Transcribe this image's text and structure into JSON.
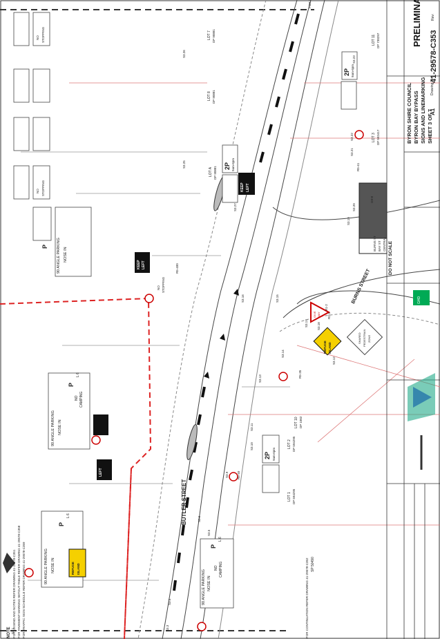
{
  "title_block": {
    "status": "PRELIMINARY",
    "client": "BYRON SHIRE COUNCIL",
    "project": "BYRON BAY BYPASS",
    "drawing_title": "SIGNS AND LINEMARKING",
    "sheet": "SHEET 3 OF 7",
    "drawing_no_label": "Drawing No:",
    "drawing_no": "41-29578-C353",
    "size": "A1",
    "company": "GHD",
    "do_not_scale": "DO NOT SCALE",
    "rev_label": "Rev:"
  },
  "streets": {
    "butler": "BUTLER STREET",
    "burns": "BURNS STREET"
  },
  "continuation": "FOR CONTINUATION REFER DRAWING 41-29578-C352",
  "notes": {
    "heading": "NOTE",
    "lines": [
      "FOR LEGEND AND NOTES REFER DRAWING 41-29578-C351",
      "FOR PAVEMENT MARKING SETOUT TABLE REFER DRAWING 41-29578-C358",
      "FOR TRAFFIC SIGN SCHEDULE REFER DRAWING 41-29578-C359"
    ]
  },
  "signs": {
    "angle_parking": "90 ANGLE PARKING",
    "nose_in": "NOSE IN",
    "no_camping_1": "NO",
    "no_camping_2": "CAMPING",
    "no_stopping_1": "NO",
    "no_stopping_2": "STOPPING",
    "p_letter": "P",
    "p_hours": "L 6",
    "two_p": "2P",
    "two_p_times": "9am-6pm",
    "keep_1": "KEEP",
    "keep_2": "LEFT",
    "refuge_1": "REFUGE",
    "refuge_2": "ISLAND",
    "give_1": "GIVE",
    "give_2": "WAY",
    "shared_1": "SHARED",
    "shared_2": "PEDESTRIAN",
    "shared_3": "ZONE",
    "route_sign_1": "BURNS ST",
    "route_sign_2": "BAY ST",
    "route_sign_3": "CENTRAL"
  },
  "lots": {
    "lot1": "LOT 1",
    "lot1_dp": "DP 594295",
    "lot2": "LOT 2",
    "lot2_dp": "DP 594295",
    "lot3": "LOT 3",
    "lot3_dp": "DP 592417",
    "lot7": "LOT 7",
    "lot7_dp": "DP 90881",
    "lot8": "LOT 8",
    "lot8_dp": "DP 90881",
    "lot10": "LOT 10",
    "lot10_dp": "DP 1002",
    "lot11": "LOT 11",
    "lot11_dp": "DP 730297",
    "lot_a": "LOT A",
    "lot_a_dp": "DP 90881",
    "sp": "SP 50490"
  },
  "sign_ids": [
    "S3.1",
    "S3.3",
    "S3.4",
    "S3.5",
    "S3.6",
    "S3.9",
    "S3.10",
    "S3.11",
    "S3.12",
    "S3.13",
    "S3.14",
    "S3.15",
    "S3.16",
    "S3.17",
    "S3.18",
    "S3.19",
    "S3.20",
    "S3.21",
    "S3.22",
    "S3.23",
    "S3.25",
    "S3.26",
    "S3.27"
  ],
  "sign_codes": [
    "R5-400",
    "R5-40",
    "R5-35",
    "R5-41",
    "R2-3",
    "R1-2",
    "G9-8"
  ]
}
